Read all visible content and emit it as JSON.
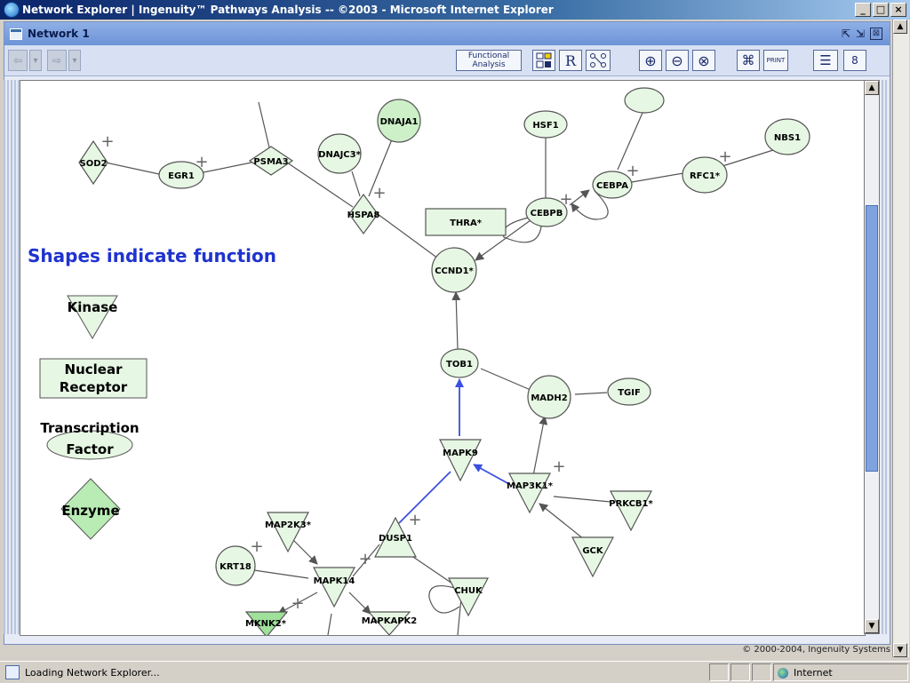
{
  "window": {
    "title": "Network Explorer | Ingenuity™ Pathways Analysis -- ©2003 - Microsoft Internet Explorer",
    "minimize": "_",
    "maximize": "□",
    "close": "×"
  },
  "app": {
    "title": "Network 1",
    "header_icons": [
      "dock-icon",
      "undock-icon",
      "close-icon"
    ],
    "close_label": "⊠"
  },
  "toolbar": {
    "back": "⇦",
    "forward": "⇨",
    "dropdown": "▾",
    "functional_analysis_line1": "Functional",
    "functional_analysis_line2": "Analysis",
    "r_button": "R",
    "print_label": "PRINT",
    "zoom_in": "⊕",
    "zoom_out": "⊖",
    "zoom_fit": "⊗",
    "find": "⌘",
    "legend": "☰",
    "info": "8"
  },
  "legend": {
    "title": "Shapes indicate function",
    "kinase": "Kinase",
    "nuclear_receptor_line1": "Nuclear",
    "nuclear_receptor_line2": "Receptor",
    "transcription_factor_line1": "Transcription",
    "transcription_factor_line2": "Factor",
    "enzyme": "Enzyme"
  },
  "nodes": {
    "sod2": "SOD2",
    "egr1": "EGR1",
    "psma3": "PSMA3",
    "dnajc3": "DNAJC3*",
    "dnaja1": "DNAJA1",
    "hspa8": "HSPA8",
    "hsf1": "HSF1",
    "nbs1": "NBS1",
    "cebpa": "CEBPA",
    "rfc1": "RFC1*",
    "thra": "THRA*",
    "cebpb": "CEBPB",
    "ccnd1": "CCND1*",
    "tob1": "TOB1",
    "madh2": "MADH2",
    "tgif": "TGIF",
    "mapk9": "MAPK9",
    "map3k1": "MAP3K1*",
    "prkcb1": "PRKCB1*",
    "gck": "GCK",
    "dusp1": "DUSP1",
    "map2k3": "MAP2K3*",
    "krt18": "KRT18",
    "mapk14": "MAPK14",
    "chuk": "CHUK",
    "mknk2": "MKNK2*",
    "mapkapk2": "MAPKAPK2",
    "plus": "+"
  },
  "status": {
    "copyright": "© 2000-2004, Ingenuity Systems",
    "loading": "Loading Network Explorer...",
    "zone": "Internet"
  },
  "colors": {
    "node_fill": "#e6f7e3",
    "node_fill_dark": "#b8ecb4",
    "edge": "#555555",
    "highlight_edge": "#3b4fe0",
    "legend_title": "#1f33d0"
  }
}
